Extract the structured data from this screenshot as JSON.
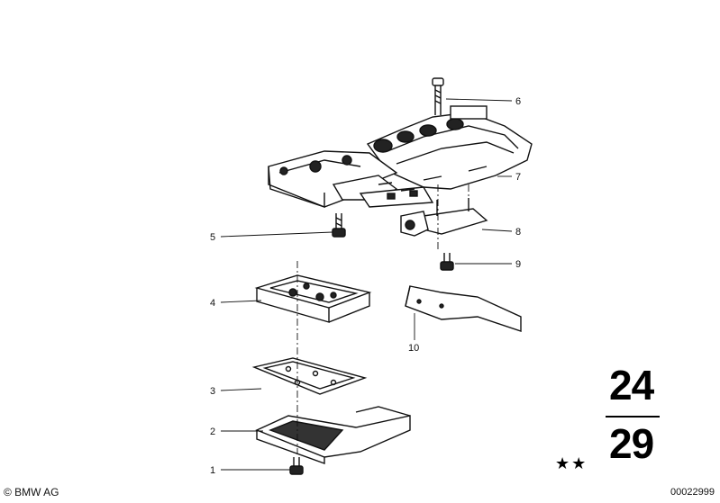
{
  "callouts": [
    {
      "id": 1,
      "label": "1"
    },
    {
      "id": 2,
      "label": "2"
    },
    {
      "id": 3,
      "label": "3"
    },
    {
      "id": 4,
      "label": "4"
    },
    {
      "id": 5,
      "label": "5"
    },
    {
      "id": 6,
      "label": "6"
    },
    {
      "id": 7,
      "label": "7"
    },
    {
      "id": 8,
      "label": "8"
    },
    {
      "id": 9,
      "label": "9"
    },
    {
      "id": 10,
      "label": "10"
    }
  ],
  "group": {
    "top": "24",
    "bottom": "29"
  },
  "stars": "★★",
  "copyright": "© BMW AG",
  "doc_number": "00022999",
  "colors": {
    "ink": "#111111",
    "background": "#ffffff"
  }
}
